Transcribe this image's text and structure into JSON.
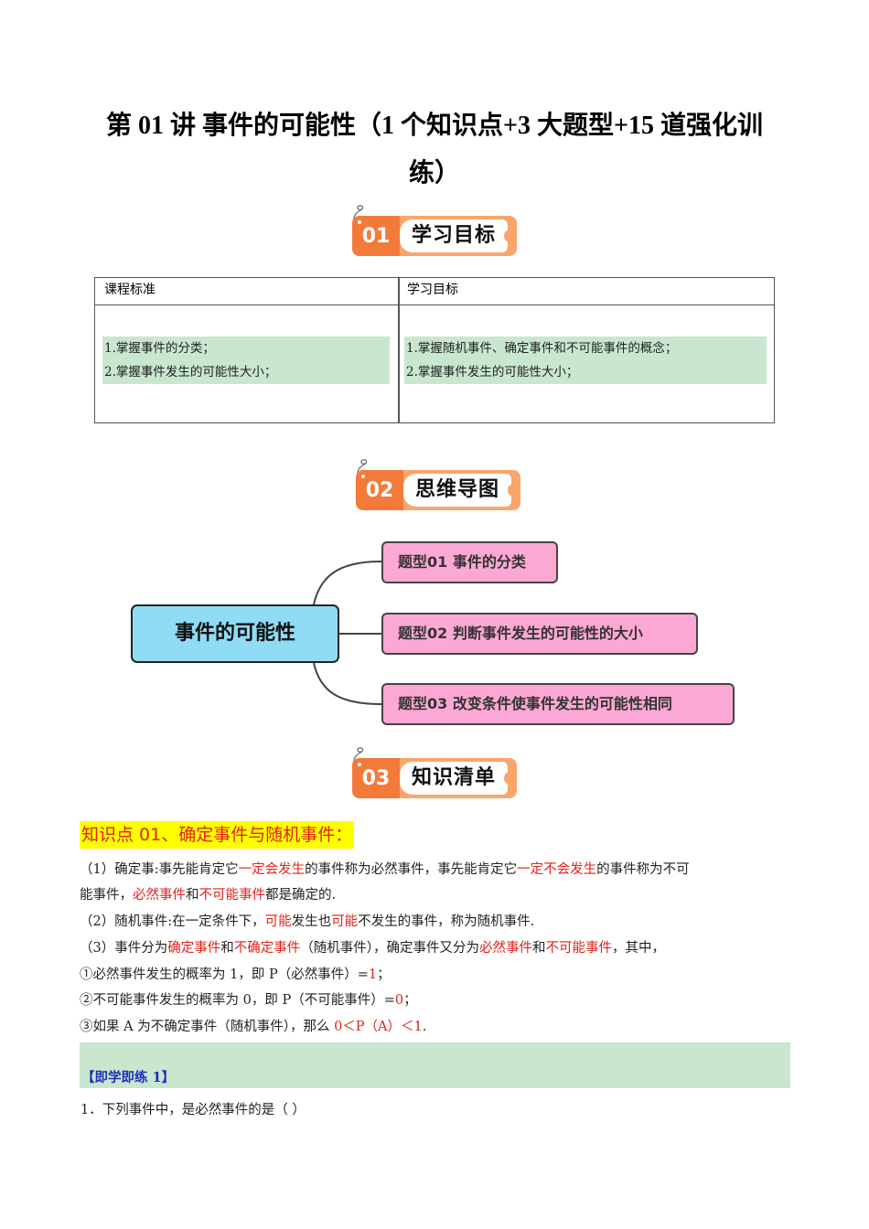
{
  "document": {
    "title": "第 01 讲  事件的可能性（1 个知识点+3 大题型+15 道强化训练）",
    "title_line1": "第 01 讲  事件的可能性（1 个知识点+3 大题型+15 道强化训",
    "title_line2": "练）"
  },
  "sections": [
    {
      "number": "01",
      "label": "学习目标",
      "accent_color": "#f47a3a",
      "frame_color": "#f9a66c"
    },
    {
      "number": "02",
      "label": "思维导图",
      "accent_color": "#f47a3a",
      "frame_color": "#f9a66c"
    },
    {
      "number": "03",
      "label": "知识清单",
      "accent_color": "#f47a3a",
      "frame_color": "#f9a66c"
    }
  ],
  "goals_table": {
    "headers": [
      "课程标准",
      "学习目标"
    ],
    "course_standard": [
      "1.掌握事件的分类；",
      "2.掌握事件发生的可能性大小；"
    ],
    "learning_goals": [
      "1.掌握随机事件、确定事件和不可能事件的概念；",
      "2.掌握事件发生的可能性大小；"
    ],
    "highlight_color": "#c9e7cf"
  },
  "mind_map": {
    "root": "事件的可能性",
    "root_color": "#8fdcf4",
    "node_color": "#fba8d4",
    "nodes": [
      "题型01  事件的分类",
      "题型02  判断事件发生的可能性的大小",
      "题型03  改变条件使事件发生的可能性相同"
    ]
  },
  "knowledge": {
    "point_title": "知识点 01、确定事件与随机事件：",
    "p1": {
      "a": "（1）确定事:事先能肯定它",
      "b": "一定会发生",
      "c": "的事件称为必然事件，事先能肯定它",
      "d": "一定不会发生",
      "e": "的事件称为不可",
      "f": "能事件，",
      "g": "必然事件",
      "h": "和",
      "i": "不可能事件",
      "j": "都是确定的."
    },
    "p2": {
      "a": "（2）随机事件:在一定条件下，",
      "b": "可能",
      "c": "发生也",
      "d": "可能",
      "e": "不发生的事件，称为随机事件."
    },
    "p3": {
      "a": "（3）事件分为",
      "b": "确定事件",
      "c": "和",
      "d": "不确定事件",
      "e": "（随机事件），确定事件又分为",
      "f": "必然事件",
      "g": "和",
      "h": "不可能事件",
      "i": "，其中，"
    },
    "p4": {
      "a": "①必然事件发生的概率为 1，即 P（必然事件）=",
      "b": "1",
      "c": "；"
    },
    "p5": {
      "a": "②不可能事件发生的概率为 0，即 P（不可能事件）=",
      "b": "0",
      "c": "；"
    },
    "p6": {
      "a": "③如果 A 为不确定事件（随机事件），那么 ",
      "b": "0＜P（A）＜1",
      "c": "."
    },
    "emphasis_color": "#e0211a",
    "highlight_color": "#ffff00"
  },
  "practice": {
    "label": "【即学即练 1】",
    "question": "1．下列事件中，是必然事件的是（    ）"
  }
}
